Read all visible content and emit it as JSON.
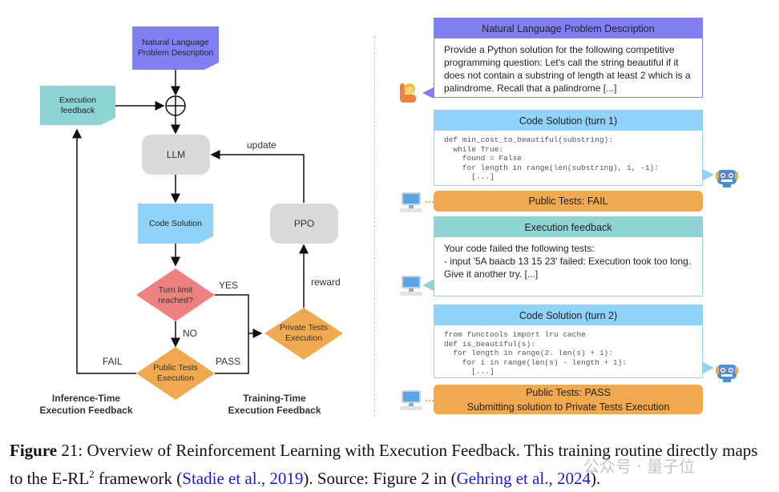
{
  "left_diagram": {
    "nl_problem": "Natural Language Problem Description",
    "execution_feedback": "Execution feedback",
    "llm": "LLM",
    "code_solution": "Code Solution",
    "ppo": "PPO",
    "turn_limit": "Turn limit reached?",
    "public_tests": "Public Tests Execution",
    "private_tests": "Private Tests Execution",
    "labels": {
      "update": "update",
      "reward": "reward",
      "yes": "YES",
      "no": "NO",
      "fail": "FAIL",
      "pass": "PASS"
    },
    "inference_time": "Inference-Time Execution Feedback",
    "training_time": "Training-Time Execution Feedback",
    "colors": {
      "problem": "#8080f2",
      "feedback": "#8fd4d4",
      "code": "#8fd2fa",
      "llm_ppo": "#d9d9d9",
      "decision": "#ee8080",
      "tests": "#f0a94e"
    }
  },
  "right_panel": {
    "problem_card": {
      "title": "Natural Language Problem Description",
      "body": "Provide a Python solution for the following competitive programming question: Let's call the string beautiful if it does not contain a substring of length at least 2 which is a palindrome. Recall that a palindrome [...]"
    },
    "code_turn1": {
      "title": "Code Solution (turn 1)",
      "code": "def min_cost_to_beautiful(substring):\n  while True:\n    found = False\n    for length in range(len(substring), 1, -1):\n      [...]"
    },
    "public_fail": "Public Tests: FAIL",
    "feedback_card": {
      "title": "Execution feedback",
      "lines": [
        "Your code failed the following tests:",
        "- input '5A baacb 13 15 23' failed: Execution took too long.",
        "Give it another try. [...]"
      ]
    },
    "code_turn2": {
      "title": "Code Solution (turn 2)",
      "code": "from functools import lru cache\ndef is_beautiful(s):\n  for length in range(2. len(s) + 1):\n    for i in range(len(s) - length + 1):\n      [...]"
    },
    "public_pass": {
      "line1": "Public Tests: PASS",
      "line2": "Submitting solution to Private Tests Execution"
    },
    "icons": {
      "user": "person-raising-hand-icon",
      "robot": "robot-icon",
      "computer": "computer-icon"
    }
  },
  "caption": {
    "figure_label": "Figure",
    "figure_number": "21:",
    "text1": " Overview of Reinforcement Learning with Execution Feedback. This training routine directly maps to the E-RL",
    "superscript": "2",
    "text2": " framework (",
    "cite1": "Stadie et al., 2019",
    "text3": "). Source: Figure 2 in (",
    "cite2": "Gehring et al., 2024",
    "text4": ")."
  },
  "watermark": "公众号 · 量子位"
}
